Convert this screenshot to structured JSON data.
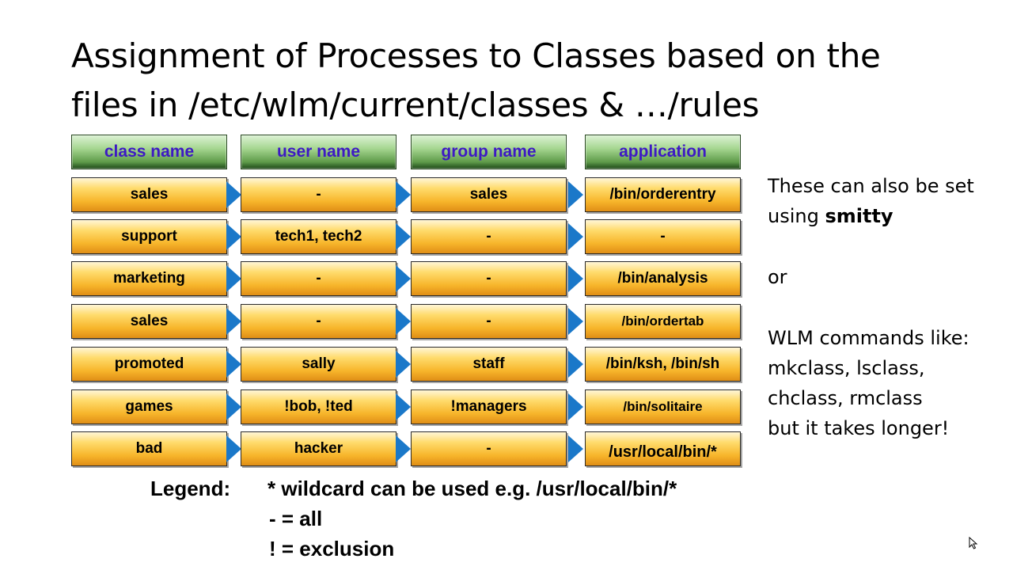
{
  "slide": {
    "title_line1": "Assignment of Processes to Classes based on the",
    "title_line2": "files in /etc/wlm/current/classes & …/rules"
  },
  "table": {
    "headers": [
      "class name",
      "user name",
      "group name",
      "application"
    ],
    "rows": [
      [
        "sales",
        "-",
        "sales",
        "/bin/orderentry"
      ],
      [
        "support",
        "tech1, tech2",
        "-",
        "-"
      ],
      [
        "marketing",
        "-",
        "-",
        "/bin/analysis"
      ],
      [
        "sales",
        "-",
        "-",
        "/bin/ordertab"
      ],
      [
        "promoted",
        "sally",
        "staff",
        "/bin/ksh, /bin/sh"
      ],
      [
        "games",
        "!bob, !ted",
        "!managers",
        "/bin/solitaire"
      ],
      [
        "bad",
        "hacker",
        "-",
        "/usr/local/bin/*"
      ]
    ]
  },
  "sidebar": {
    "line1": "These can also be set",
    "line2_prefix": "using ",
    "line2_bold": "smitty",
    "or": "or",
    "cmd_line1": "WLM commands like:",
    "cmd_line2": "mkclass, lsclass,",
    "cmd_line3": "chclass, rmclass",
    "cmd_line4": "but it takes longer!"
  },
  "legend": {
    "label": "Legend:",
    "items": [
      "* wildcard can be used e.g. /usr/local/bin/*",
      "- = all",
      "! = exclusion"
    ]
  },
  "colors": {
    "header_text": "#3d19c4",
    "arrow": "#1a78c9",
    "cell_orange": "#f7b52b",
    "header_green": "#5f9b4a"
  }
}
